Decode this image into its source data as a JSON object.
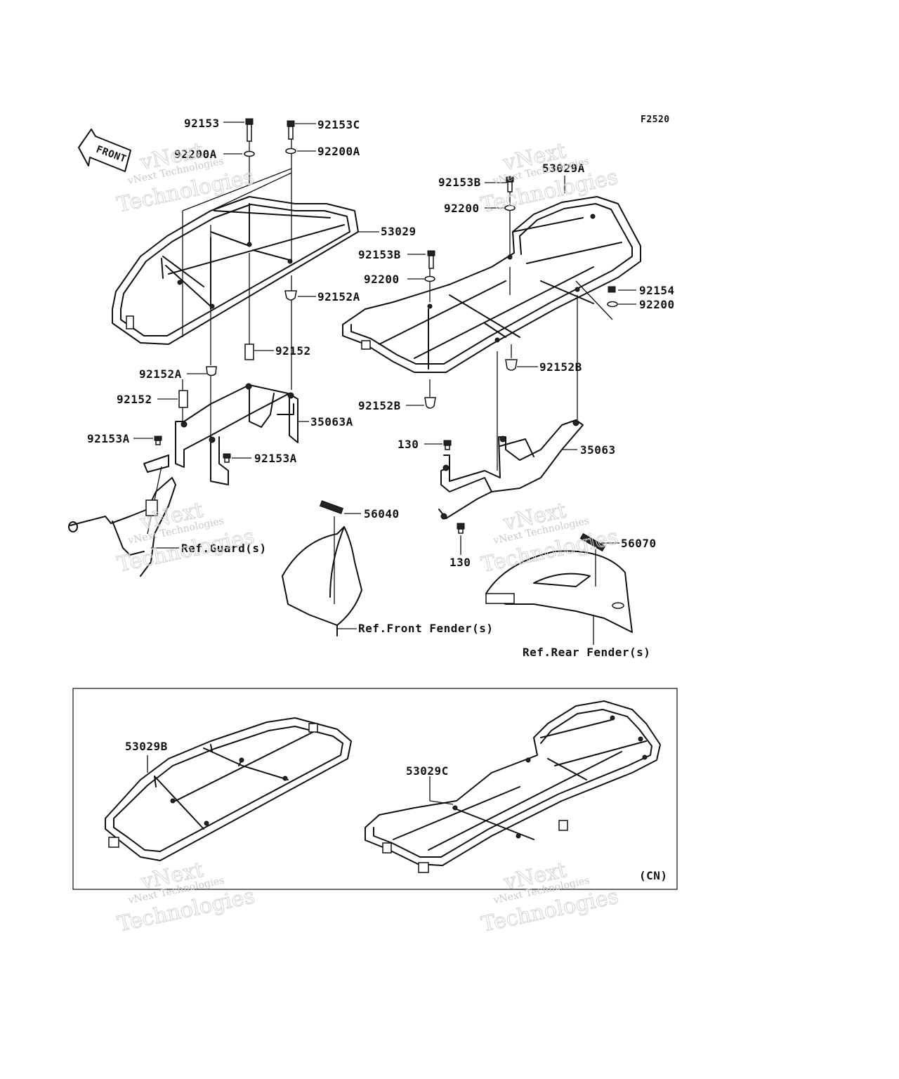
{
  "figure_code": "F2520",
  "front_label": "FRONT",
  "watermark": {
    "line1": "vNext Technologies",
    "line2": "Technologies",
    "line3": "vNext"
  },
  "labels": {
    "p92153": "92153",
    "p92153C": "92153C",
    "p92200A_l": "92200A",
    "p92200A_r": "92200A",
    "p53029": "53029",
    "p92152A_r": "92152A",
    "p92152_r": "92152",
    "p92152A_l": "92152A",
    "p92152_l": "92152",
    "p35063A": "35063A",
    "p92153A_l": "92153A",
    "p92153A_r": "92153A",
    "p53029A": "53029A",
    "p92153B_t": "92153B",
    "p92200_t": "92200",
    "p92153B_m": "92153B",
    "p92200_m": "92200",
    "p92154": "92154",
    "p92200_r": "92200",
    "p92152B_r": "92152B",
    "p92152B_l": "92152B",
    "p130_t": "130",
    "p35063": "35063",
    "p130_b": "130",
    "p56040": "56040",
    "p56070": "56070",
    "ref_guard": "Ref.Guard(s)",
    "ref_front_fender": "Ref.Front Fender(s)",
    "ref_rear_fender": "Ref.Rear Fender(s)",
    "p53029B": "53029B",
    "p53029C": "53029C",
    "cn": "(CN)"
  }
}
